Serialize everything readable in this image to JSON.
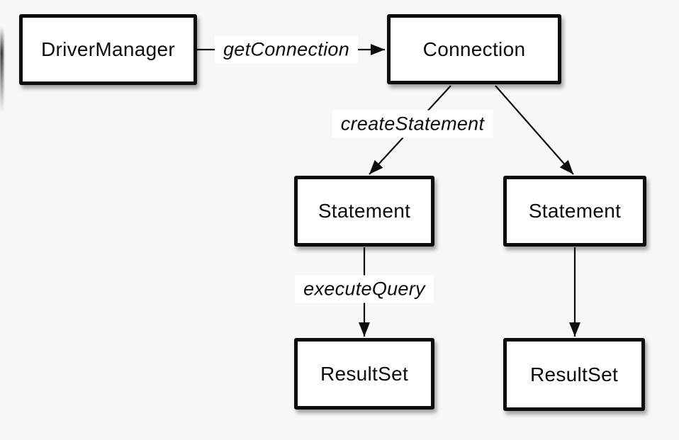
{
  "diagram": {
    "background_color": "#f7f7f7",
    "node_fill_color": "#ffffff",
    "line_color": "#0d0d0d",
    "nodes": {
      "driver_manager": {
        "label": "DriverManager"
      },
      "connection": {
        "label": "Connection"
      },
      "statement_left": {
        "label": "Statement"
      },
      "statement_right": {
        "label": "Statement"
      },
      "resultset_left": {
        "label": "ResultSet"
      },
      "resultset_right": {
        "label": "ResultSet"
      }
    },
    "edges": {
      "get_connection": {
        "label": "getConnection"
      },
      "create_statement": {
        "label": "createStatement"
      },
      "execute_query": {
        "label": "executeQuery"
      }
    }
  }
}
